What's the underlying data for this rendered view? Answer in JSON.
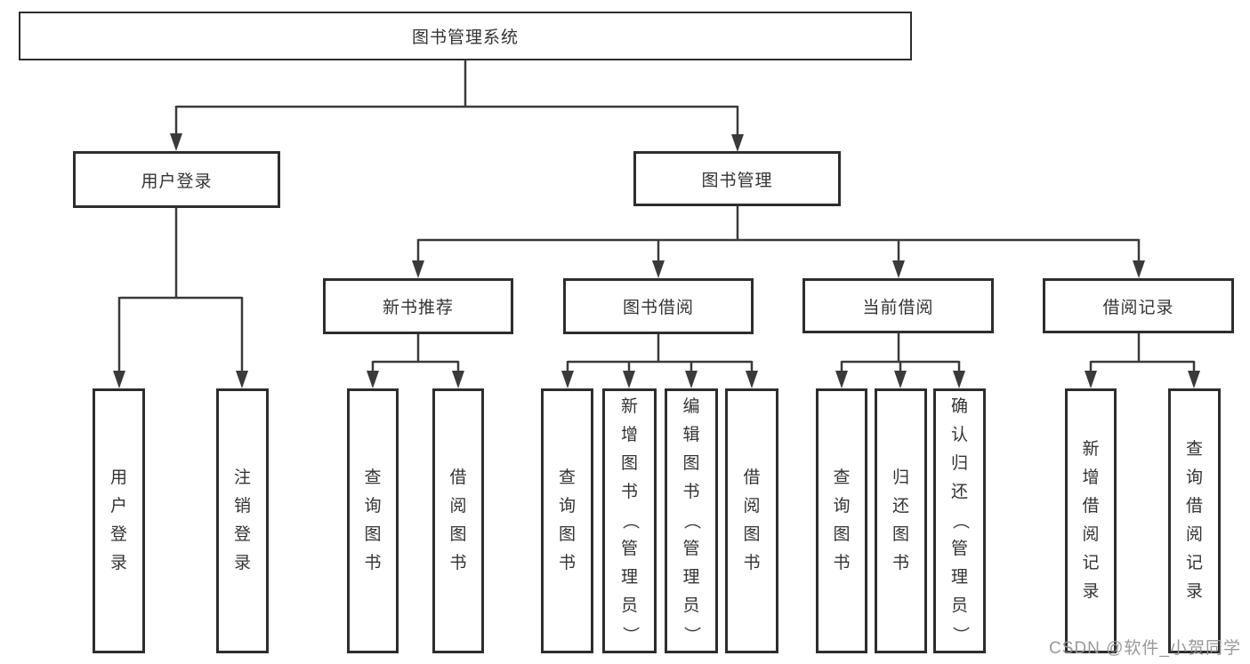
{
  "page": {
    "background": "#ffffff"
  },
  "colors": {
    "box_border": "#2d2d2d",
    "connector_line": "#3a3a3a",
    "text": "#333333",
    "watermark_text": "#949494"
  },
  "tree": {
    "root": "图书管理系统",
    "branches": [
      {
        "label": "用户登录",
        "children": [
          "用户登录",
          "注销登录"
        ]
      },
      {
        "label": "图书管理",
        "groups": [
          {
            "label": "新书推荐",
            "children": [
              "查询图书",
              "借阅图书"
            ]
          },
          {
            "label": "图书借阅",
            "children": [
              "查询图书",
              "新增图书（管理员）",
              "编辑图书（管理员）",
              "借阅图书"
            ]
          },
          {
            "label": "当前借阅",
            "children": [
              "查询图书",
              "归还图书",
              "确认归还（管理员）"
            ]
          },
          {
            "label": "借阅记录",
            "children": [
              "新增借阅记录",
              "查询借阅记录"
            ]
          }
        ]
      }
    ]
  },
  "watermark": "CSDN @软件_小贺同学"
}
